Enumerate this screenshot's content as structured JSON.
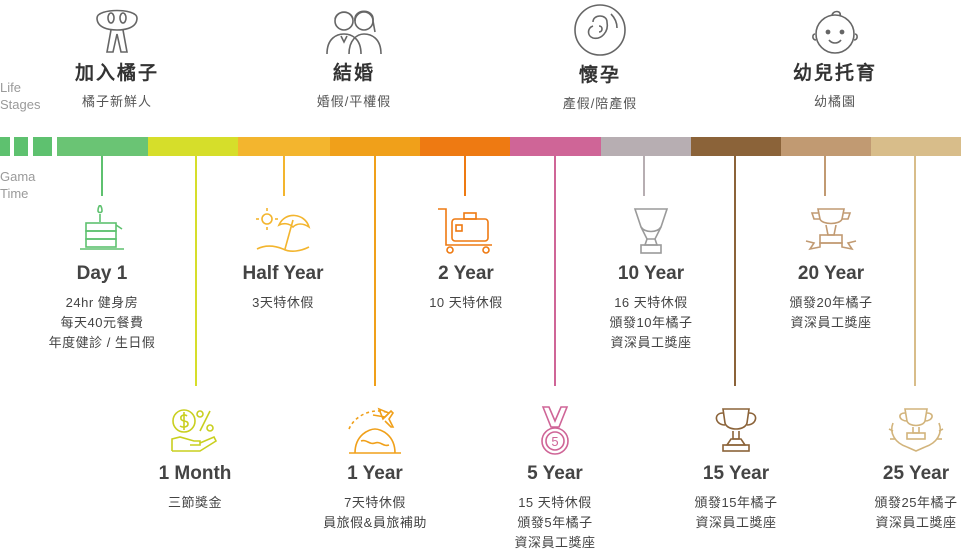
{
  "labels": {
    "life_stages_line1": "Life",
    "life_stages_line2": "Stages",
    "gama_time_line1": "Gama",
    "gama_time_line2": "Time"
  },
  "stages": [
    {
      "title": "加入橘子",
      "sub": "橘子新鮮人",
      "icon": "orange-icon"
    },
    {
      "title": "結婚",
      "sub": "婚假/平權假",
      "icon": "couple-icon"
    },
    {
      "title": "懷孕",
      "sub": "產假/陪產假",
      "icon": "fetus-icon"
    },
    {
      "title": "幼兒托育",
      "sub": "幼橘園",
      "icon": "baby-face-icon"
    }
  ],
  "bar_colors": [
    "#5ec16f",
    "#5ec16f",
    "#5ec16f",
    "#6ac474",
    "#d6de2a",
    "#f3b52e",
    "#f0a01a",
    "#ee7a12",
    "#cf6597",
    "#b7aeb2",
    "#8b6339",
    "#c19a72",
    "#d8bd8a"
  ],
  "milestones_top": [
    {
      "title": "Day 1",
      "lines": [
        "24hr 健身房",
        "每天40元餐費",
        "年度健診 / 生日假"
      ],
      "icon": "cake-icon",
      "color": "#5ec16f"
    },
    {
      "title": "Half Year",
      "lines": [
        "3天特休假"
      ],
      "icon": "beach-umbrella-icon",
      "color": "#f3b52e"
    },
    {
      "title": "2 Year",
      "lines": [
        "10 天特休假"
      ],
      "icon": "luggage-cart-icon",
      "color": "#ee7a12"
    },
    {
      "title": "10 Year",
      "lines": [
        "16 天特休假",
        "頒發10年橘子",
        "資深員工獎座"
      ],
      "icon": "trophy-icon",
      "color": "#b7aeb2"
    },
    {
      "title": "20 Year",
      "lines": [
        "頒發20年橘子",
        "資深員工獎座"
      ],
      "icon": "trophy-ribbon-icon",
      "color": "#c19a72"
    }
  ],
  "milestones_bottom": [
    {
      "title": "1 Month",
      "lines": [
        "三節獎金"
      ],
      "icon": "money-hand-icon",
      "color": "#d6de2a"
    },
    {
      "title": "1 Year",
      "lines": [
        "7天特休假",
        "員旅假&員旅補助"
      ],
      "icon": "airplane-globe-icon",
      "color": "#f0a01a"
    },
    {
      "title": "5 Year",
      "lines": [
        "15 天特休假",
        "頒發5年橘子",
        "資深員工獎座"
      ],
      "icon": "medal-icon",
      "color": "#cf6597"
    },
    {
      "title": "15 Year",
      "lines": [
        "頒發15年橘子",
        "資深員工獎座"
      ],
      "icon": "cup-icon",
      "color": "#8b6339"
    },
    {
      "title": "25 Year",
      "lines": [
        "頒發25年橘子",
        "資深員工獎座"
      ],
      "icon": "laurel-trophy-icon",
      "color": "#d8bd8a"
    }
  ]
}
